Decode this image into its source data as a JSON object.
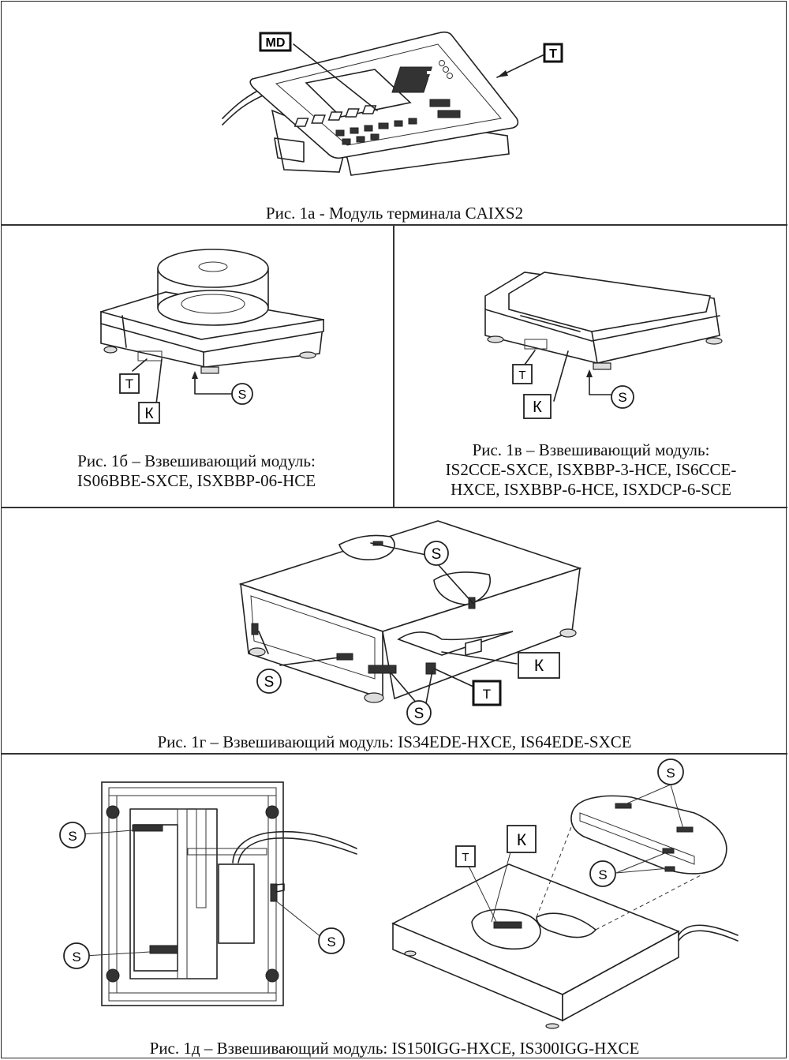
{
  "figures": [
    {
      "id": "1a",
      "caption": "Рис. 1а - Модуль терминала CAIXS2",
      "labels": {
        "md": "MD",
        "t": "T"
      }
    },
    {
      "id": "1b",
      "caption_line1": "Рис. 1б – Взвешивающий модуль:",
      "caption_line2": "IS06BBE-SXCE, ISXBBP-06-HCE",
      "labels": {
        "t": "T",
        "k": "К",
        "s": "S"
      }
    },
    {
      "id": "1v",
      "caption_line1": "Рис. 1в – Взвешивающий модуль:",
      "caption_line2": "IS2CCE-SXCE, ISXBBP-3-HCE, IS6CCE-",
      "caption_line3": "HXCE, ISXBBP-6-HCE, ISXDCP-6-SCE",
      "labels": {
        "t": "T",
        "k": "К",
        "s": "S"
      }
    },
    {
      "id": "1g",
      "caption": "Рис. 1г – Взвешивающий модуль: IS34EDE-HXCE, IS64EDE-SXCE",
      "labels": {
        "s": "S",
        "k": "К",
        "t": "T"
      }
    },
    {
      "id": "1d",
      "caption": "Рис. 1д – Взвешивающий модуль: IS150IGG-HXCE, IS300IGG-HXCE",
      "labels": {
        "s": "S",
        "k": "К",
        "t": "T"
      }
    }
  ]
}
